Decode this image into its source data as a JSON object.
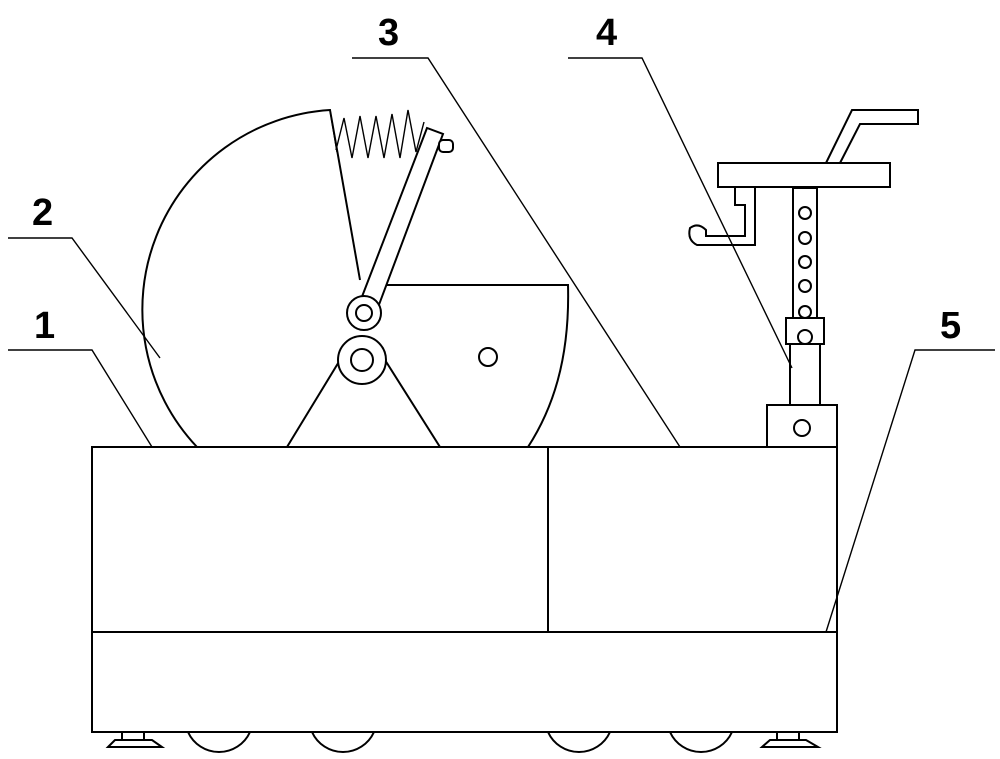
{
  "labels": [
    {
      "id": "1",
      "text": "1"
    },
    {
      "id": "2",
      "text": "2"
    },
    {
      "id": "3",
      "text": "3"
    },
    {
      "id": "4",
      "text": "4"
    },
    {
      "id": "5",
      "text": "5"
    }
  ],
  "colors": {
    "line": "#000000",
    "background": "#ffffff"
  }
}
